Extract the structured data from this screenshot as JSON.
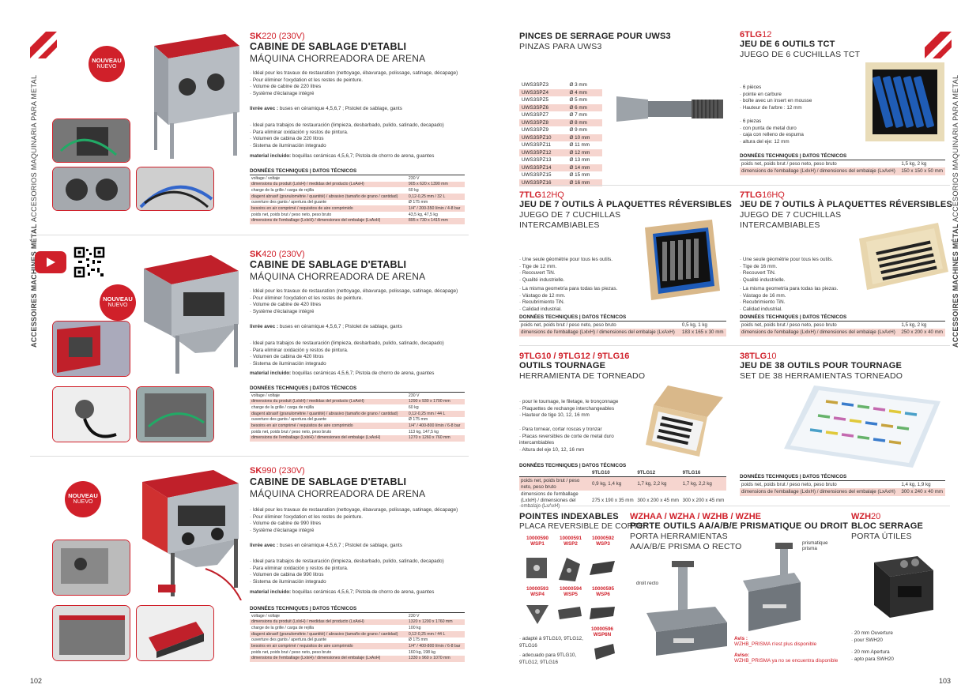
{
  "pages": {
    "left": "102",
    "right": "103"
  },
  "sidebar": {
    "left_bold": "ACCESSOIRES MACHINES MÉTAL",
    "left_regular": "ACCESORIOS MAQUINARIA PARA METAL",
    "right_bold": "ACCESSOIRES MACHINES MÉTAL",
    "right_regular": "ACCESORIOS MAQUINARIA PARA METAL"
  },
  "badge": {
    "line1": "NOUVEAU",
    "line2": "NUEVO"
  },
  "colors": {
    "accent": "#d0202a",
    "highlight": "#f6d5cf"
  },
  "sk": [
    {
      "code_bold": "SK",
      "code_rest": "220 (230V)",
      "title_fr": "CABINE DE SABLAGE D'ETABLI",
      "title_es": "MÁQUINA CHORREADORA DE ARENA",
      "bullets_fr": [
        "Idéal pour les travaux de restauration (nettoyage, ébavurage, polissage, satinage, décapage)",
        "Pour éliminer l'oxydation et les restes de peinture.",
        "Volume de cabine de 220 litres",
        "Système d'éclairage intégré"
      ],
      "delivery_fr_label": "livrée avec :",
      "delivery_fr": "buses en céramique 4,5,6,7 ; Pistolet de sablage, gants",
      "bullets_es": [
        "Ideal para trabajos de restauración (limpieza, desbarbado, pulido, satinado, decapado)",
        "Para eliminar oxidación y restos de pintura.",
        "Volumen de cabina de 220 litros",
        "Sistema de iluminación integrado"
      ],
      "delivery_es_label": "material incluido:",
      "delivery_es": "boquillas cerámicas 4,5,6,7; Pistola de chorro de arena, guantes",
      "specs": [
        [
          "voltage / voltaje",
          "230 V"
        ],
        [
          "dimensions du produit (LxlxH) / medidas del producto (LxAxH)",
          "905 x 620 x 1390 mm"
        ],
        [
          "charge de la grille / carga de rejilla",
          "60 kg"
        ],
        [
          "diagent abrasif (granulométrie / quantité) / abrasivo (tamaño de grano / cantidad)",
          "0,12-0,25 mm / 32 L"
        ],
        [
          "ouverture des gants / apertura del guante",
          "Ø 175 mm"
        ],
        [
          "besoins en air comprimé / requisitos de aire comprimido",
          "1/4\" / 200-350 l/min / 4-8 bar"
        ],
        [
          "poids net, poids brut / peso neto, peso bruto",
          "43,5 kg, 47,5 kg"
        ],
        [
          "dimensions de l'emballage (LxlxH) / dimensiones del embalaje (LxAxH)",
          "895 x 730 x 1415 mm"
        ]
      ]
    },
    {
      "code_bold": "SK",
      "code_rest": "420 (230V)",
      "title_fr": "CABINE DE SABLAGE D'ETABLI",
      "title_es": "MÁQUINA CHORREADORA DE ARENA",
      "bullets_fr": [
        "Idéal pour les travaux de restauration (nettoyage, ébavurage, polissage, satinage, décapage)",
        "Pour éliminer l'oxydation et les restes de peinture.",
        "Volume de cabine de 420 litres",
        "Système d'éclairage intégré"
      ],
      "delivery_fr_label": "livrée avec :",
      "delivery_fr": "buses en céramique 4,5,6,7 ; Pistolet de sablage, gants",
      "bullets_es": [
        "Ideal para trabajos de restauración (limpieza, desbarbado, pulido, satinado, decapado)",
        "Para eliminar oxidación y restos de pintura.",
        "Volumen de cabina de 420 litros",
        "Sistema de iluminación integrado"
      ],
      "delivery_es_label": "material incluido:",
      "delivery_es": "boquillas cerámicas 4,5,6,7; Pistola de chorro de arena, guantes",
      "specs": [
        [
          "voltage / voltaje",
          "230 V"
        ],
        [
          "dimensions du produit (LxlxH) / medidas del producto (LxAxH)",
          "1290 x 930 x 1700 mm"
        ],
        [
          "charge de la grille / carga de rejilla",
          "60 kg"
        ],
        [
          "diagent abrasif (granulométrie / quantité) / abrasivo (tamaño de grano / cantidad)",
          "0,12-0,25 mm / 44 L"
        ],
        [
          "ouverture des gants / apertura del guante",
          "Ø 175 mm"
        ],
        [
          "besoins en air comprimé / requisitos de aire comprimido",
          "1/4\" / 400-800 l/min / 6-8 bar"
        ],
        [
          "poids net, poids brut / peso neto, peso bruto",
          "113 kg, 147,5 kg"
        ],
        [
          "dimensions de l'emballage (LxlxH) / dimensiones del embalaje (LxAxH)",
          "1270 x 1260 x 760 mm"
        ]
      ]
    },
    {
      "code_bold": "SK",
      "code_rest": "990 (230V)",
      "title_fr": "CABINE DE SABLAGE D'ETABLI",
      "title_es": "MÁQUINA CHORREADORA DE ARENA",
      "bullets_fr": [
        "Idéal pour les travaux de restauration (nettoyage, ébavurage, polissage, satinage, décapage)",
        "Pour éliminer l'oxydation et les restes de peinture.",
        "Volume de cabine de 990 litres",
        "Système d'éclairage intégré"
      ],
      "delivery_fr_label": "livrée avec :",
      "delivery_fr": "buses en céramique 4,5,6,7 ; Pistolet de sablage, gants",
      "bullets_es": [
        "Ideal para trabajos de restauración (limpieza, desbarbado, pulido, satinado, decapado)",
        "Para eliminar oxidación y restos de pintura.",
        "Volumen de cabina de 990 litros",
        "Sistema de iluminación integrado"
      ],
      "delivery_es_label": "material incluido:",
      "delivery_es": "boquillas cerámicas 4,5,6,7; Pistola de chorro de arena, guantes",
      "specs": [
        [
          "voltage / voltaje",
          "230 V"
        ],
        [
          "dimensions du produit (LxlxH) / medidas del producto (LxAxH)",
          "1320 x 1200 x 1760 mm"
        ],
        [
          "charge de la grille / carga de rejilla",
          "100 kg"
        ],
        [
          "diagent abrasif (granulométrie / quantité) / abrasivo (tamaño de grano / cantidad)",
          "0,12-0,25 mm / 44 L"
        ],
        [
          "ouverture des gants / apertura del guante",
          "Ø 175 mm"
        ],
        [
          "besoins en air comprimé / requisitos de aire comprimido",
          "1/4\" / 400-800 l/min / 6-8 bar"
        ],
        [
          "poids net, poids brut / peso neto, peso bruto",
          "160 kg, 198 kg"
        ],
        [
          "dimensions de l'emballage (LxlxH) / dimensiones del embalaje (LxAxH)",
          "1330 x 960 x 1070 mm"
        ]
      ]
    }
  ],
  "spec_heading": "DONNÉES TECHNIQUES | DATOS TÉCNICOS",
  "pinces": {
    "title_fr": "PINCES DE SERRAGE POUR UWS3",
    "title_es": "PINZAS PARA UWS3",
    "rows": [
      [
        "UWS3SPZ3",
        "Ø 3 mm"
      ],
      [
        "UWS3SPZ4",
        "Ø 4 mm"
      ],
      [
        "UWS3SPZ5",
        "Ø 5 mm"
      ],
      [
        "UWS3SPZ6",
        "Ø 6 mm"
      ],
      [
        "UWS3SPZ7",
        "Ø 7 mm"
      ],
      [
        "UWS3SPZ8",
        "Ø 8 mm"
      ],
      [
        "UWS3SPZ9",
        "Ø 9 mm"
      ],
      [
        "UWS3SPZ10",
        "Ø 10 mm"
      ],
      [
        "UWS3SPZ11",
        "Ø 11 mm"
      ],
      [
        "UWS3SPZ12",
        "Ø 12 mm"
      ],
      [
        "UWS3SPZ13",
        "Ø 13 mm"
      ],
      [
        "UWS3SPZ14",
        "Ø 14 mm"
      ],
      [
        "UWS3SPZ15",
        "Ø 15 mm"
      ],
      [
        "UWS3SPZ16",
        "Ø 16 mm"
      ]
    ]
  },
  "tlg12": {
    "code_bold": "6TLG",
    "code_rest": "12",
    "title_fr": "JEU DE 6 OUTILS TCT",
    "title_es": "JUEGO DE 6 CUCHILLAS TCT",
    "bullets_fr": [
      "6 pièces",
      "pointe en carbure",
      "boîte avec un insert en mousse",
      "Hauteur de l'arbre : 12 mm"
    ],
    "bullets_es": [
      "6 piezas",
      "con punta de metal duro",
      "caja con relleno de espuma",
      "altura del eje: 12 mm"
    ],
    "specs": [
      [
        "poids net, poids brut / peso neto, peso bruto",
        "1,5 kg, 2 kg"
      ],
      [
        "dimensions de l'emballage (LxlxH) / dimensiones del embalaje (LxAxH)",
        "150 x 150 x 50 mm"
      ]
    ]
  },
  "tlg12hq": {
    "code_bold": "7TLG",
    "code_rest": "12HQ",
    "title_fr": "JEU DE 7 OUTILS À PLAQUETTES RÉVERSIBLES",
    "title_es": "JUEGO DE 7 CUCHILLAS INTERCAMBIABLES",
    "bullets_fr": [
      "Une seule géométrie pour tous les outils.",
      "Tige de 12 mm.",
      "Recouvert TiN.",
      "Qualité industrielle."
    ],
    "bullets_es": [
      "La misma geometría para todas las piezas.",
      "Vástago de 12 mm.",
      "Recubrimiento TiN.",
      "Calidad industrial."
    ],
    "specs": [
      [
        "poids net, poids brut / peso neto, peso bruto",
        "0,5 kg, 1 kg"
      ],
      [
        "dimensions de l'emballage (LxlxH) / dimensiones del embalaje (LxAxH)",
        "183 x 165 x 30 mm"
      ]
    ]
  },
  "tlg16hq": {
    "code_bold": "7TLG",
    "code_rest": "16HQ",
    "title_fr": "JEU DE 7 OUTILS À PLAQUETTES RÉVERSIBLES",
    "title_es": "JUEGO DE 7 CUCHILLAS INTERCAMBIABLES",
    "bullets_fr": [
      "Une seule géométrie pour tous les outils.",
      "Tige de 16 mm.",
      "Recouvert TiN.",
      "Qualité industrielle."
    ],
    "bullets_es": [
      "La misma geometría para todas las piezas.",
      "Vástago de 16 mm.",
      "Recubrimiento TiN.",
      "Calidad industrial."
    ],
    "specs": [
      [
        "poids net, poids brut / peso neto, peso bruto",
        "1,5 kg, 2 kg"
      ],
      [
        "dimensions de l'emballage (LxlxH) / dimensiones del embalaje (LxAxH)",
        "250 x 200 x 40 mm"
      ]
    ]
  },
  "tlgturn": {
    "code": "9TLG10 / 9TLG12 / 9TLG16",
    "title_fr": "OUTILS TOURNAGE",
    "title_es": "HERRAMIENTA DE TORNEADO",
    "bullets_fr": [
      "pour le tournage, le filetage, le tronçonnage",
      "Plaquettes de rechange interchangeables",
      "Hauteur de tige 10, 12, 16 mm"
    ],
    "bullets_es": [
      "Para tornear, cortar roscas y tronzar",
      "Placas reversibles de corte de metal duro intercambiables",
      "Altura del eje 10, 12, 16 mm"
    ],
    "head": [
      "9TLG10",
      "9TLG12",
      "9TLG16"
    ],
    "row1": [
      "poids net, poids brut / peso neto, peso bruto",
      "0,9 kg, 1,4 kg",
      "1,7 kg, 2,2 kg",
      "1,7 kg, 2,2 kg"
    ],
    "row2": [
      "dimensions de l'emballage (LxlxH) / dimensiones del embalaje (LxAxH)",
      "275 x 190 x 35 mm",
      "300 x 200 x 45 mm",
      "300 x 200 x 45 mm"
    ]
  },
  "tlg38": {
    "code_bold": "38TLG",
    "code_rest": "10",
    "title_fr": "JEU DE 38 OUTILS POUR TOURNAGE",
    "title_es": "SET DE 38 HERRAMIENTAS TORNEADO",
    "specs": [
      [
        "poids net, poids brut / peso neto, peso bruto",
        "1,4 kg, 1,9 kg"
      ],
      [
        "dimensions de l'emballage (LxlxH) / dimensiones del embalaje (LxAxH)",
        "300 x 240 x 40 mm"
      ]
    ]
  },
  "pointes": {
    "title_fr": "POINTES INDEXABLES",
    "title_es": "PLACA REVERSIBLE DE CORTE",
    "codes": [
      [
        "10000590",
        "WSP1"
      ],
      [
        "10000591",
        "WSP2"
      ],
      [
        "10000592",
        "WSP3"
      ],
      [
        "10000593",
        "WSP4"
      ],
      [
        "10000594",
        "WSP5"
      ],
      [
        "10000595",
        "WSP6"
      ],
      [
        "10000596",
        "WSP6N"
      ]
    ],
    "note_fr": "adapté à 9TLG10, 9TLG12, 9TLG16",
    "note_es": "adecuado para 9TLG10, 9TLG12, 9TLG16"
  },
  "wzh": {
    "code": "WZHAA / WZHA / WZHB / WZHE",
    "title_fr": "PORTE OUTILS AA/A/B/E PRISMATIQUE OU DROIT",
    "title_es": "PORTA HERRAMIENTAS AA/A/B/E PRISMA O RECTO",
    "label_prism": "prismatique prisma",
    "label_droit": "droit recto",
    "notice_fr_label": "Avis :",
    "notice_fr": "WZHB_PRISMA n'est plus disponible",
    "notice_es_label": "Aviso:",
    "notice_es": "WZHB_PRISMA ya no se encuentra disponible"
  },
  "wzh20": {
    "code_bold": "WZH",
    "code_rest": "20",
    "title_fr": "BLOC SERRAGE",
    "title_es": "PORTA ÚTILES",
    "bullets_fr": [
      "20 mm Ouverture",
      "pour SWH20"
    ],
    "bullets_es": [
      "20 mm Apertura",
      "apto para SWH20"
    ]
  }
}
